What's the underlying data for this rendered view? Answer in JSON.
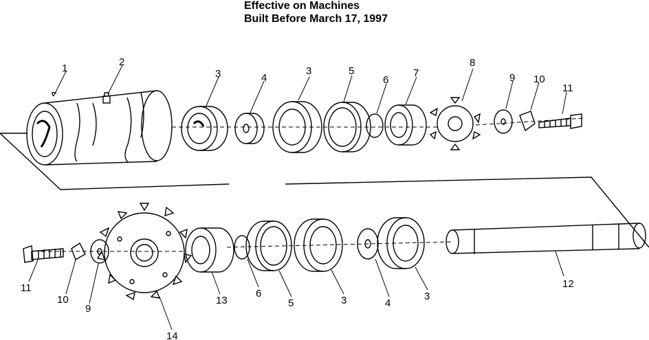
{
  "header": {
    "title_line1": "Effective on Machines",
    "title_line2": "Built Before March 17, 1997"
  },
  "callouts": {
    "top": [
      "1",
      "2",
      "3",
      "4",
      "3",
      "5",
      "6",
      "7",
      "8",
      "9",
      "10",
      "11"
    ],
    "bottom": [
      "11",
      "10",
      "9",
      "14",
      "13",
      "6",
      "5",
      "3",
      "4",
      "3",
      "12"
    ]
  }
}
